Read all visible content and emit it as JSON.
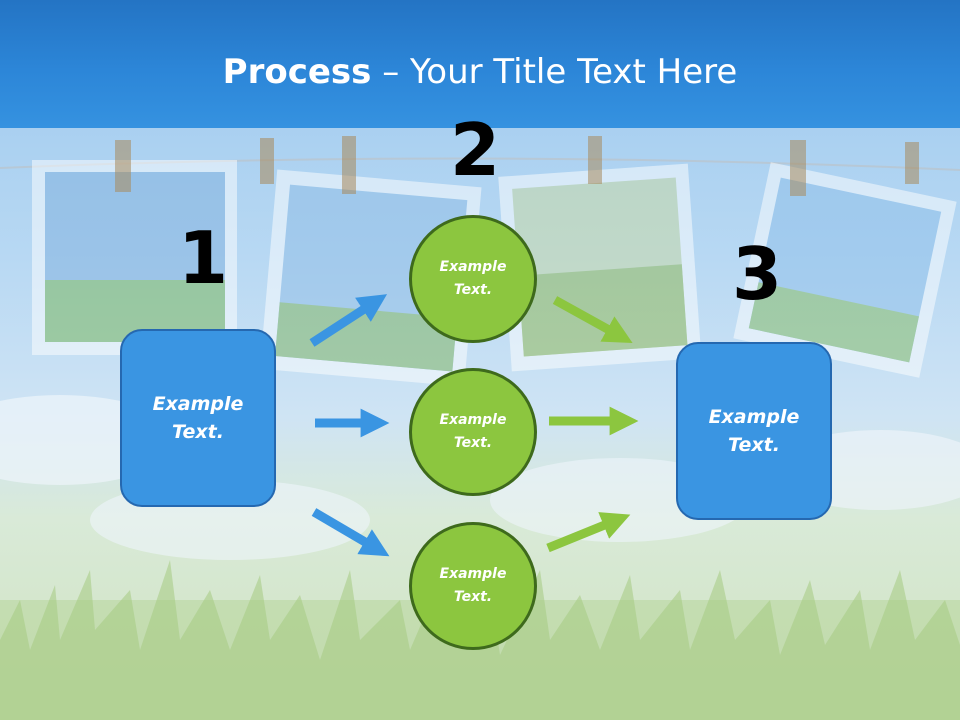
{
  "title": {
    "bold": "Process",
    "dash": " – ",
    "rest": "Your Title Text Here"
  },
  "steps": [
    {
      "number": "1",
      "label": "Example\nText."
    },
    {
      "number": "2",
      "items": [
        "Example\nText.",
        "Example\nText.",
        "Example\nText."
      ]
    },
    {
      "number": "3",
      "label": "Example\nText."
    }
  ],
  "colors": {
    "title_band": "#2c86d8",
    "box_fill": "#3a95e2",
    "circle_fill": "#8cc63f",
    "circle_border": "#3e6a1c",
    "blue_arrow": "#3a95e2",
    "green_arrow": "#8cc63f"
  }
}
